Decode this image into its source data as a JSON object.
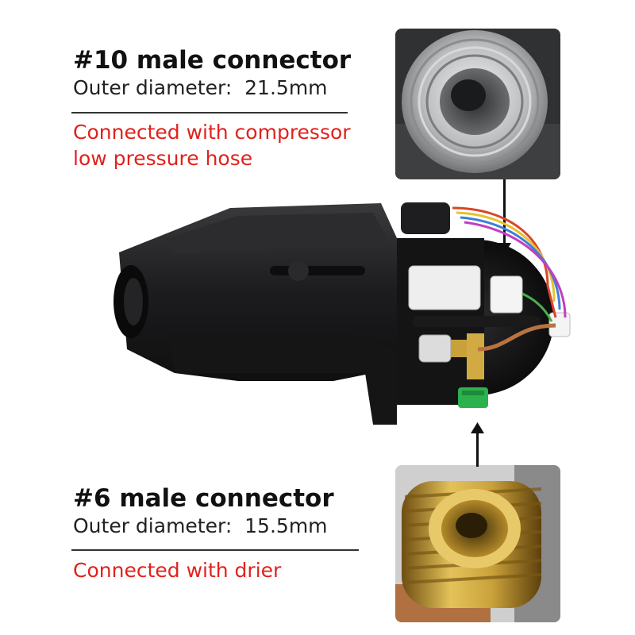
{
  "top_connector": {
    "title": "#10 male connector",
    "diameter_label": "Outer diameter:",
    "diameter_value": "21.5mm",
    "note_line1": "Connected with compressor",
    "note_line2": "low pressure hose"
  },
  "bottom_connector": {
    "title": "#6 male connector",
    "diameter_label": "Outer diameter:",
    "diameter_value": "15.5mm",
    "note_line1": "Connected with drier"
  },
  "colors": {
    "note_text": "#e0221c",
    "housing": "#1c1c1e",
    "brass": "#c9a13a",
    "valve_cap": "#2bb24c"
  }
}
